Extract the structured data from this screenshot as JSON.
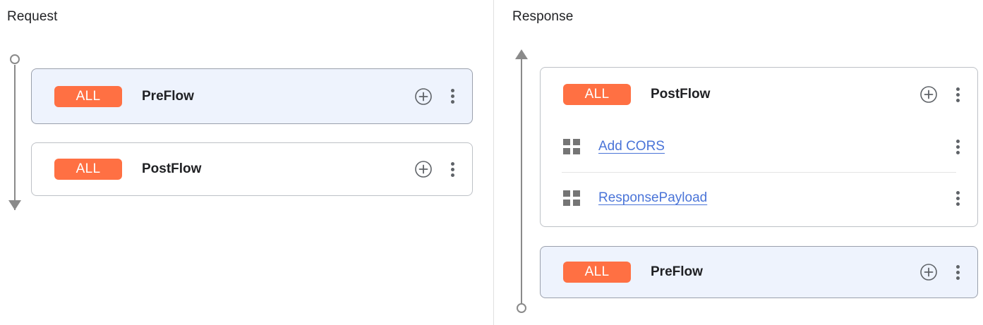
{
  "panels": {
    "request": {
      "title": "Request",
      "connector": {
        "start": "circle",
        "end": "arrow-down",
        "direction": "downward"
      },
      "cards": [
        {
          "id": "request-preflow",
          "selected": true,
          "badge": "ALL",
          "name": "PreFlow",
          "add_icon": "plus-circle-icon",
          "menu_icon": "more-vert-icon",
          "policies": []
        },
        {
          "id": "request-postflow",
          "selected": false,
          "badge": "ALL",
          "name": "PostFlow",
          "add_icon": "plus-circle-icon",
          "menu_icon": "more-vert-icon",
          "policies": []
        }
      ]
    },
    "response": {
      "title": "Response",
      "connector": {
        "start": "arrow-up",
        "end": "circle",
        "direction": "upward"
      },
      "cards": [
        {
          "id": "response-postflow",
          "selected": false,
          "badge": "ALL",
          "name": "PostFlow",
          "add_icon": "plus-circle-icon",
          "menu_icon": "more-vert-icon",
          "policies": [
            {
              "icon": "grid-policy-icon",
              "label": "Add CORS",
              "menu_icon": "more-vert-icon"
            },
            {
              "icon": "grid-policy-icon",
              "label": "ResponsePayload",
              "menu_icon": "more-vert-icon"
            }
          ]
        },
        {
          "id": "response-preflow",
          "selected": true,
          "badge": "ALL",
          "name": "PreFlow",
          "add_icon": "plus-circle-icon",
          "menu_icon": "more-vert-icon",
          "policies": []
        }
      ]
    }
  },
  "colors": {
    "badge_background": "#ff7043",
    "badge_text": "#ffffff",
    "selected_card_background": "#eef3fd",
    "card_border": "#bdc1c6",
    "link": "#4a74d8",
    "connector": "#8a8a8a",
    "icon": "#5f6368",
    "policy_icon": "#757575",
    "divider": "#e4e4e4",
    "panel_separator": "#e0e0e0",
    "text": "#202124"
  }
}
